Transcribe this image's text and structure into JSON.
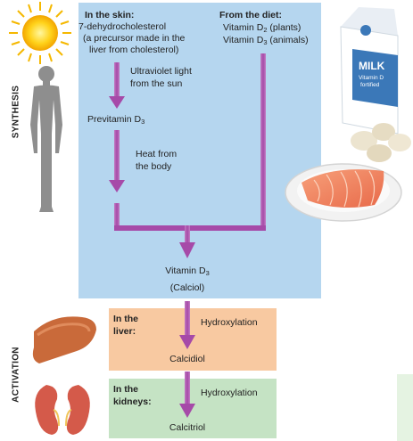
{
  "side_labels": {
    "synthesis": "SYNTHESIS",
    "activation": "ACTIVATION"
  },
  "skin": {
    "heading": "In the skin:",
    "line1": "7-dehydrocholesterol",
    "line2": "(a precursor made in the",
    "line3": "liver from cholesterol)"
  },
  "diet": {
    "heading": "From the diet:",
    "plants_prefix": "Vitamin D",
    "plants_sub": "2",
    "plants_suffix": " (plants)",
    "animals_prefix": "Vitamin D",
    "animals_sub": "3",
    "animals_suffix": " (animals)"
  },
  "steps": {
    "uv_line1": "Ultraviolet light",
    "uv_line2": "from the sun",
    "previtamin_prefix": "Previtamin D",
    "previtamin_sub": "3",
    "heat_line1": "Heat from",
    "heat_line2": "the body",
    "vitd3_prefix": "Vitamin D",
    "vitd3_sub": "3",
    "calciol": "(Calciol)"
  },
  "activation": {
    "liver_heading_1": "In the",
    "liver_heading_2": "liver:",
    "liver_process": "Hydroxylation",
    "liver_product": "Calcidiol",
    "kidney_heading_1": "In the",
    "kidney_heading_2": "kidneys:",
    "kidney_process": "Hydroxylation",
    "kidney_product": "Calcitriol"
  },
  "milk_carton": {
    "brand": "MILK",
    "line1": "Vitamin D",
    "line2": "fortified"
  },
  "colors": {
    "synthesis_box": "#b5d6ef",
    "liver_box": "#f8c9a1",
    "kidney_box": "#c5e3c4",
    "arrow": "#a64aa8",
    "arrow_light": "#d9a3da",
    "silhouette": "#8e8e8e"
  },
  "icons": [
    "sun-icon",
    "human-silhouette-icon",
    "milk-carton-icon",
    "eggs-icon",
    "salmon-plate-icon",
    "liver-icon",
    "kidneys-icon"
  ]
}
